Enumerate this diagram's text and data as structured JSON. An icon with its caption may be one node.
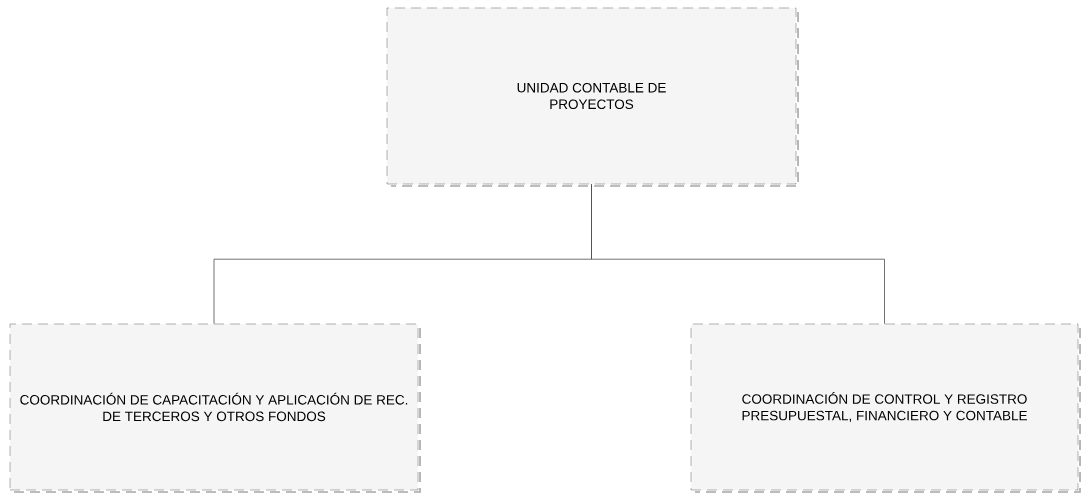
{
  "diagram": {
    "nodes": [
      {
        "text": [
          "UNIDAD CONTABLE DE PROYECTOS"
        ]
      },
      {
        "text": [
          "COORDINACIÓN DE CAPACITACIÓN Y APLICACIÓN DE REC. DE TERCEROS Y OTROS FONDOS"
        ]
      },
      {
        "text": [
          "COORDINACIÓN DE CONTROL Y REGISTRO PRESUPUESTAL, FINANCIERO Y CONTABLE"
        ]
      }
    ],
    "edges": [
      {
        "from": 0,
        "to": 1,
        "arrow": "none"
      },
      {
        "from": 0,
        "to": 2,
        "arrow": "none"
      }
    ]
  }
}
